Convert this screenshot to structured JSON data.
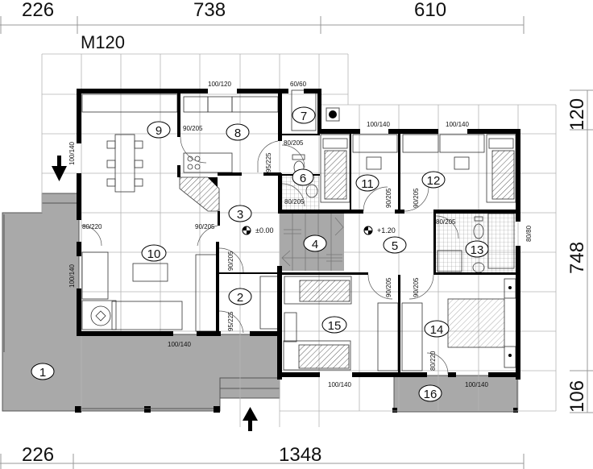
{
  "plan": {
    "title": "M120",
    "colors": {
      "wall": "#000000",
      "terrace": "#a9a9a9",
      "grid": "#b4b4b4",
      "stair": "#a9a9a9"
    }
  },
  "dimensions": {
    "top": [
      "226",
      "738",
      "610"
    ],
    "bottom": [
      "226",
      "1348"
    ],
    "right": [
      "120",
      "748",
      "106"
    ]
  },
  "rooms": [
    {
      "id": "1",
      "label": "1"
    },
    {
      "id": "2",
      "label": "2"
    },
    {
      "id": "3",
      "label": "3"
    },
    {
      "id": "4",
      "label": "4"
    },
    {
      "id": "5",
      "label": "5"
    },
    {
      "id": "6",
      "label": "6"
    },
    {
      "id": "7",
      "label": "7"
    },
    {
      "id": "8",
      "label": "8"
    },
    {
      "id": "9",
      "label": "9"
    },
    {
      "id": "10",
      "label": "10"
    },
    {
      "id": "11",
      "label": "11"
    },
    {
      "id": "12",
      "label": "12"
    },
    {
      "id": "13",
      "label": "13"
    },
    {
      "id": "14",
      "label": "14"
    },
    {
      "id": "15",
      "label": "15"
    },
    {
      "id": "16",
      "label": "16"
    }
  ],
  "levels": {
    "ground": "±0.00",
    "upper": "+1.20"
  },
  "openings": {
    "kitchen_window": "100/120",
    "wc_window": "60/60",
    "room11_window": "100/140",
    "room12_window": "100/140",
    "west_window_top": "100/140",
    "west_window_bottom": "100/140",
    "west_door": "80/220",
    "kitchen_door": "90/205",
    "kitchen_hall_door": "95/225",
    "wc_door": "80/205",
    "bath6_door": "80/205",
    "living_door": "90/205",
    "hall_door": "90/205",
    "entry_door": "95/225",
    "room11_door": "90/205",
    "room12_door": "90/205",
    "bath13_door": "80/205",
    "bath13_window": "80/80",
    "room15_door": "90/205",
    "room14_door": "90/205",
    "room14_balcony_door": "80/220",
    "living_south_window": "100/140",
    "room15_window": "100/140",
    "room14_window": "100/140"
  }
}
